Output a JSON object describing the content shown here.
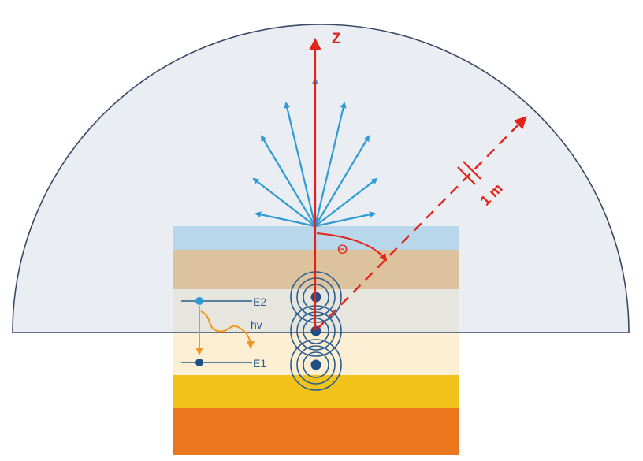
{
  "labels": {
    "axis_z": "Z",
    "angle_theta": "Θ",
    "distance": "1 m",
    "level_upper": "E2",
    "level_lower": "E1",
    "photon": "hv"
  },
  "colors": {
    "hemisphere_fill": "#dde3ec",
    "hemisphere_stroke": "#3a4a66",
    "axis_red": "#e2231a",
    "emission_blue": "#2e9bd6",
    "atom_blue": "#2a5d8f",
    "transition_orange": "#f0961e",
    "layer_top_blue": "#7ec3e6",
    "layer_orange": "#de8f1f",
    "layer_light1": "#f8ebc9",
    "layer_light2": "#fcefd3",
    "layer_yellow": "#f2c31a",
    "layer_bottom_orange": "#ea761d"
  },
  "icons": {
    "emission_arrows": "radiating-arrows",
    "atoms": "concentric-orbit-atom",
    "photon": "wavy-arrow"
  }
}
